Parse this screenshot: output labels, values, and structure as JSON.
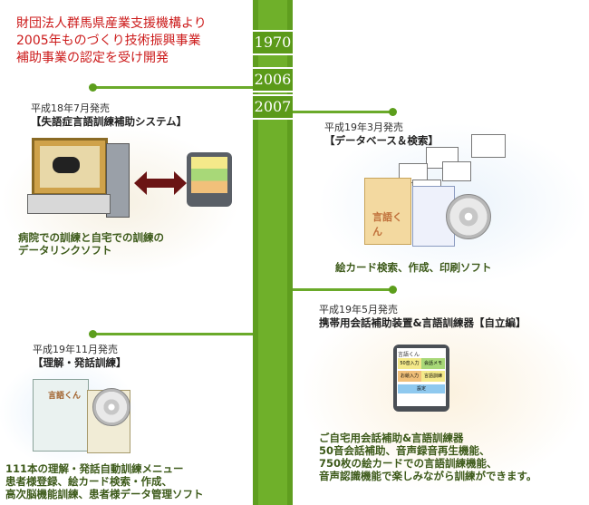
{
  "intro": {
    "line1": "財団法人群馬県産業支援機構より",
    "line2": "2005年ものづくり技術振興事業",
    "line3": "補助事業の認定を受け開発"
  },
  "timeline": {
    "year_1970": "1970",
    "year_2006": "2006",
    "year_2007": "2007"
  },
  "item1": {
    "date": "平成18年7月発売",
    "title": "【失語症言語訓練補助システム】",
    "caption1": "病院での訓練と自宅での訓練の",
    "caption2": "データリンクソフト"
  },
  "item2": {
    "date": "平成19年3月発売",
    "title": "【データベース＆検索】",
    "caption": "絵カード検索、作成、印刷ソフト"
  },
  "item3": {
    "date": "平成19年5月発売",
    "title": "携帯用会話補助装置&言語訓練器【自立編】",
    "caption1": "ご自宅用会話補助&言語訓練器",
    "caption2": "50音会話補助、音声録音再生機能、",
    "caption3": "750枚の絵カードでの言語訓練機能、",
    "caption4": "音声認識機能で楽しみながら訓練ができます。"
  },
  "item4": {
    "date": "平成19年11月発売",
    "title": "【理解・発話訓練】",
    "caption1": "111本の理解・発話自動訓練メニュー",
    "caption2": "患者様登録、絵カード検索・作成、",
    "caption3": "高次脳機能訓練、患者様データ管理ソフト"
  },
  "product": {
    "box_label": "言語くん",
    "pda_title": "言語くん",
    "pda_btn1": "50音入力",
    "pda_btn2": "会話メモ",
    "pda_btn3": "お絵入力",
    "pda_btn4": "言語訓練",
    "pda_btn5": "設定"
  },
  "colors": {
    "timeline_green": "#6fb02a",
    "intro_red": "#cc1b1b",
    "caption_green": "#3d5a1a"
  }
}
